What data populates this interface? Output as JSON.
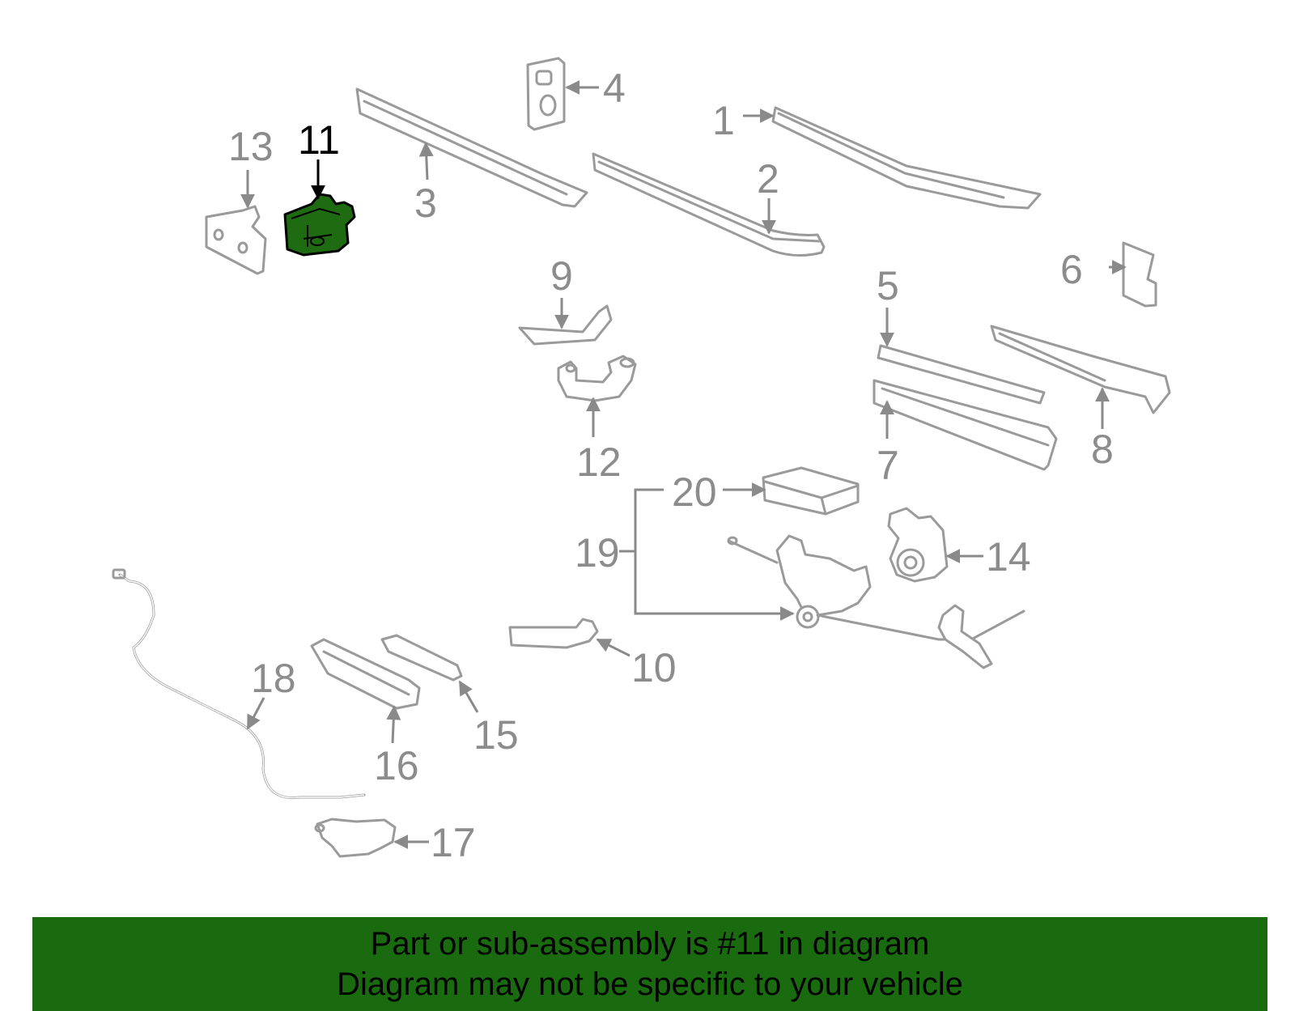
{
  "callouts": {
    "c1": "1",
    "c2": "2",
    "c3": "3",
    "c4": "4",
    "c5": "5",
    "c6": "6",
    "c7": "7",
    "c8": "8",
    "c9": "9",
    "c10": "10",
    "c11": "11",
    "c12": "12",
    "c13": "13",
    "c14": "14",
    "c15": "15",
    "c16": "16",
    "c17": "17",
    "c18": "18",
    "c19": "19",
    "c20": "20"
  },
  "highlighted_part": "11",
  "colors": {
    "highlight": "#1f6b12",
    "banner": "#1a6b10",
    "line_art": "#9a9a9a"
  },
  "banner": {
    "line1": "Part or sub-assembly is #11 in diagram",
    "line2": "Diagram may not be specific to your vehicle"
  }
}
